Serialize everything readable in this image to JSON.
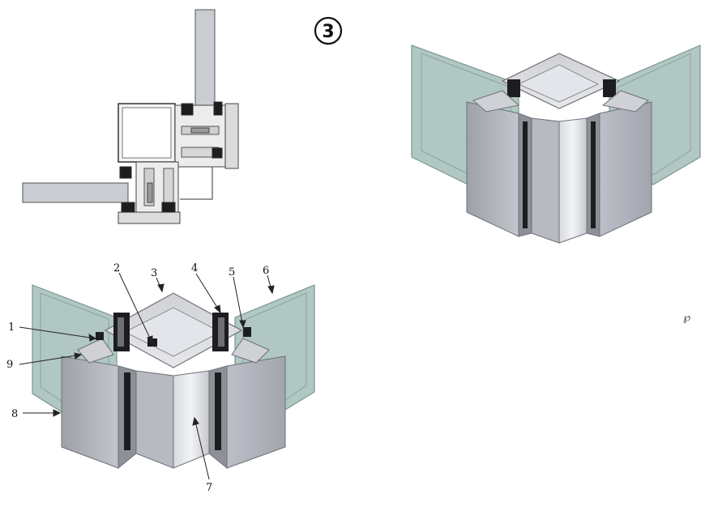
{
  "figure_number": "3",
  "callouts": {
    "c1": "1",
    "c2": "2",
    "c3": "3",
    "c4": "4",
    "c5": "5",
    "c6": "6",
    "c7": "7",
    "c8": "8",
    "c9": "9"
  },
  "stray_mark": "℘",
  "colors": {
    "glass": "#a9c2bd",
    "glass_edge": "#6f8b86",
    "frame": "#b4b6bd",
    "frame_dark": "#7e8088",
    "gasket": "#1d1d1f",
    "line": "#2a2a2a"
  }
}
